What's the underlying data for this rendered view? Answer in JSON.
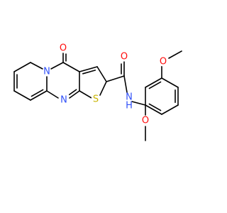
{
  "molecule": {
    "atom_colors": {
      "O": "#ff0d0d",
      "N": "#3050f8",
      "S": "#c8b400",
      "C": "#000000"
    },
    "labels": {
      "carbonyl_oxygen": "O",
      "bridgehead_nitrogen": "N",
      "pyrimidine_nitrogen": "N",
      "thiophene_sulfur": "S",
      "amide_oxygen": "O",
      "amide_nitrogen": "N",
      "amide_hydrogen": "H",
      "methoxy_oxygen_top": "O",
      "methoxy_oxygen_bottom": "O"
    }
  }
}
